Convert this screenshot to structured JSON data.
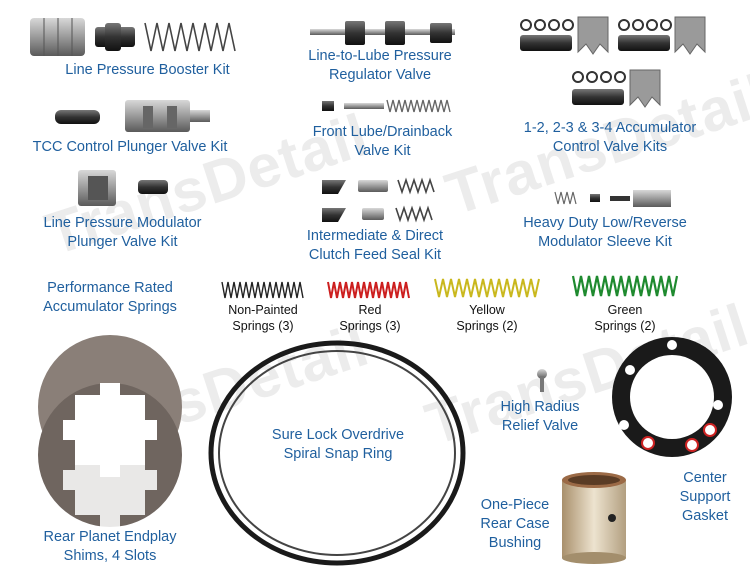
{
  "colors": {
    "label_blue": "#1f5f9e",
    "spring_black": "#222222",
    "spring_red": "#cc1f1f",
    "spring_yellow": "#c9b81e",
    "spring_green": "#1f8a2f",
    "shim": "#8a7f78",
    "bushing": "#c8b9a0"
  },
  "watermark": "TransDetail",
  "labels": {
    "line_pressure_booster": [
      "Line Pressure Booster Kit"
    ],
    "line_to_lube": [
      "Line-to-Lube Pressure",
      "Regulator Valve"
    ],
    "accumulator_control": [
      "1-2, 2-3 & 3-4 Accumulator",
      "Control Valve Kits"
    ],
    "tcc_control": [
      "TCC Control Plunger Valve Kit"
    ],
    "front_lube": [
      "Front Lube/Drainback",
      "Valve Kit"
    ],
    "line_pressure_modulator": [
      "Line Pressure Modulator",
      "Plunger Valve Kit"
    ],
    "intermediate_direct": [
      "Intermediate & Direct",
      "Clutch Feed Seal Kit"
    ],
    "heavy_duty": [
      "Heavy Duty Low/Reverse",
      "Modulator Sleeve Kit"
    ],
    "performance_springs": [
      "Performance Rated",
      "Accumulator Springs"
    ],
    "high_radius": [
      "High Radius",
      "Relief Valve"
    ],
    "sure_lock": [
      "Sure Lock Overdrive",
      "Spiral Snap Ring"
    ],
    "rear_planet": [
      "Rear Planet Endplay",
      "Shims, 4 Slots"
    ],
    "one_piece": [
      "One-Piece",
      "Rear Case",
      "Bushing"
    ],
    "center_support": [
      "Center",
      "Support",
      "Gasket"
    ]
  },
  "springs": {
    "non_painted": [
      "Non-Painted",
      "Springs (3)"
    ],
    "red": [
      "Red",
      "Springs (3)"
    ],
    "yellow": [
      "Yellow",
      "Springs (2)"
    ],
    "green": [
      "Green",
      "Springs (2)"
    ]
  }
}
